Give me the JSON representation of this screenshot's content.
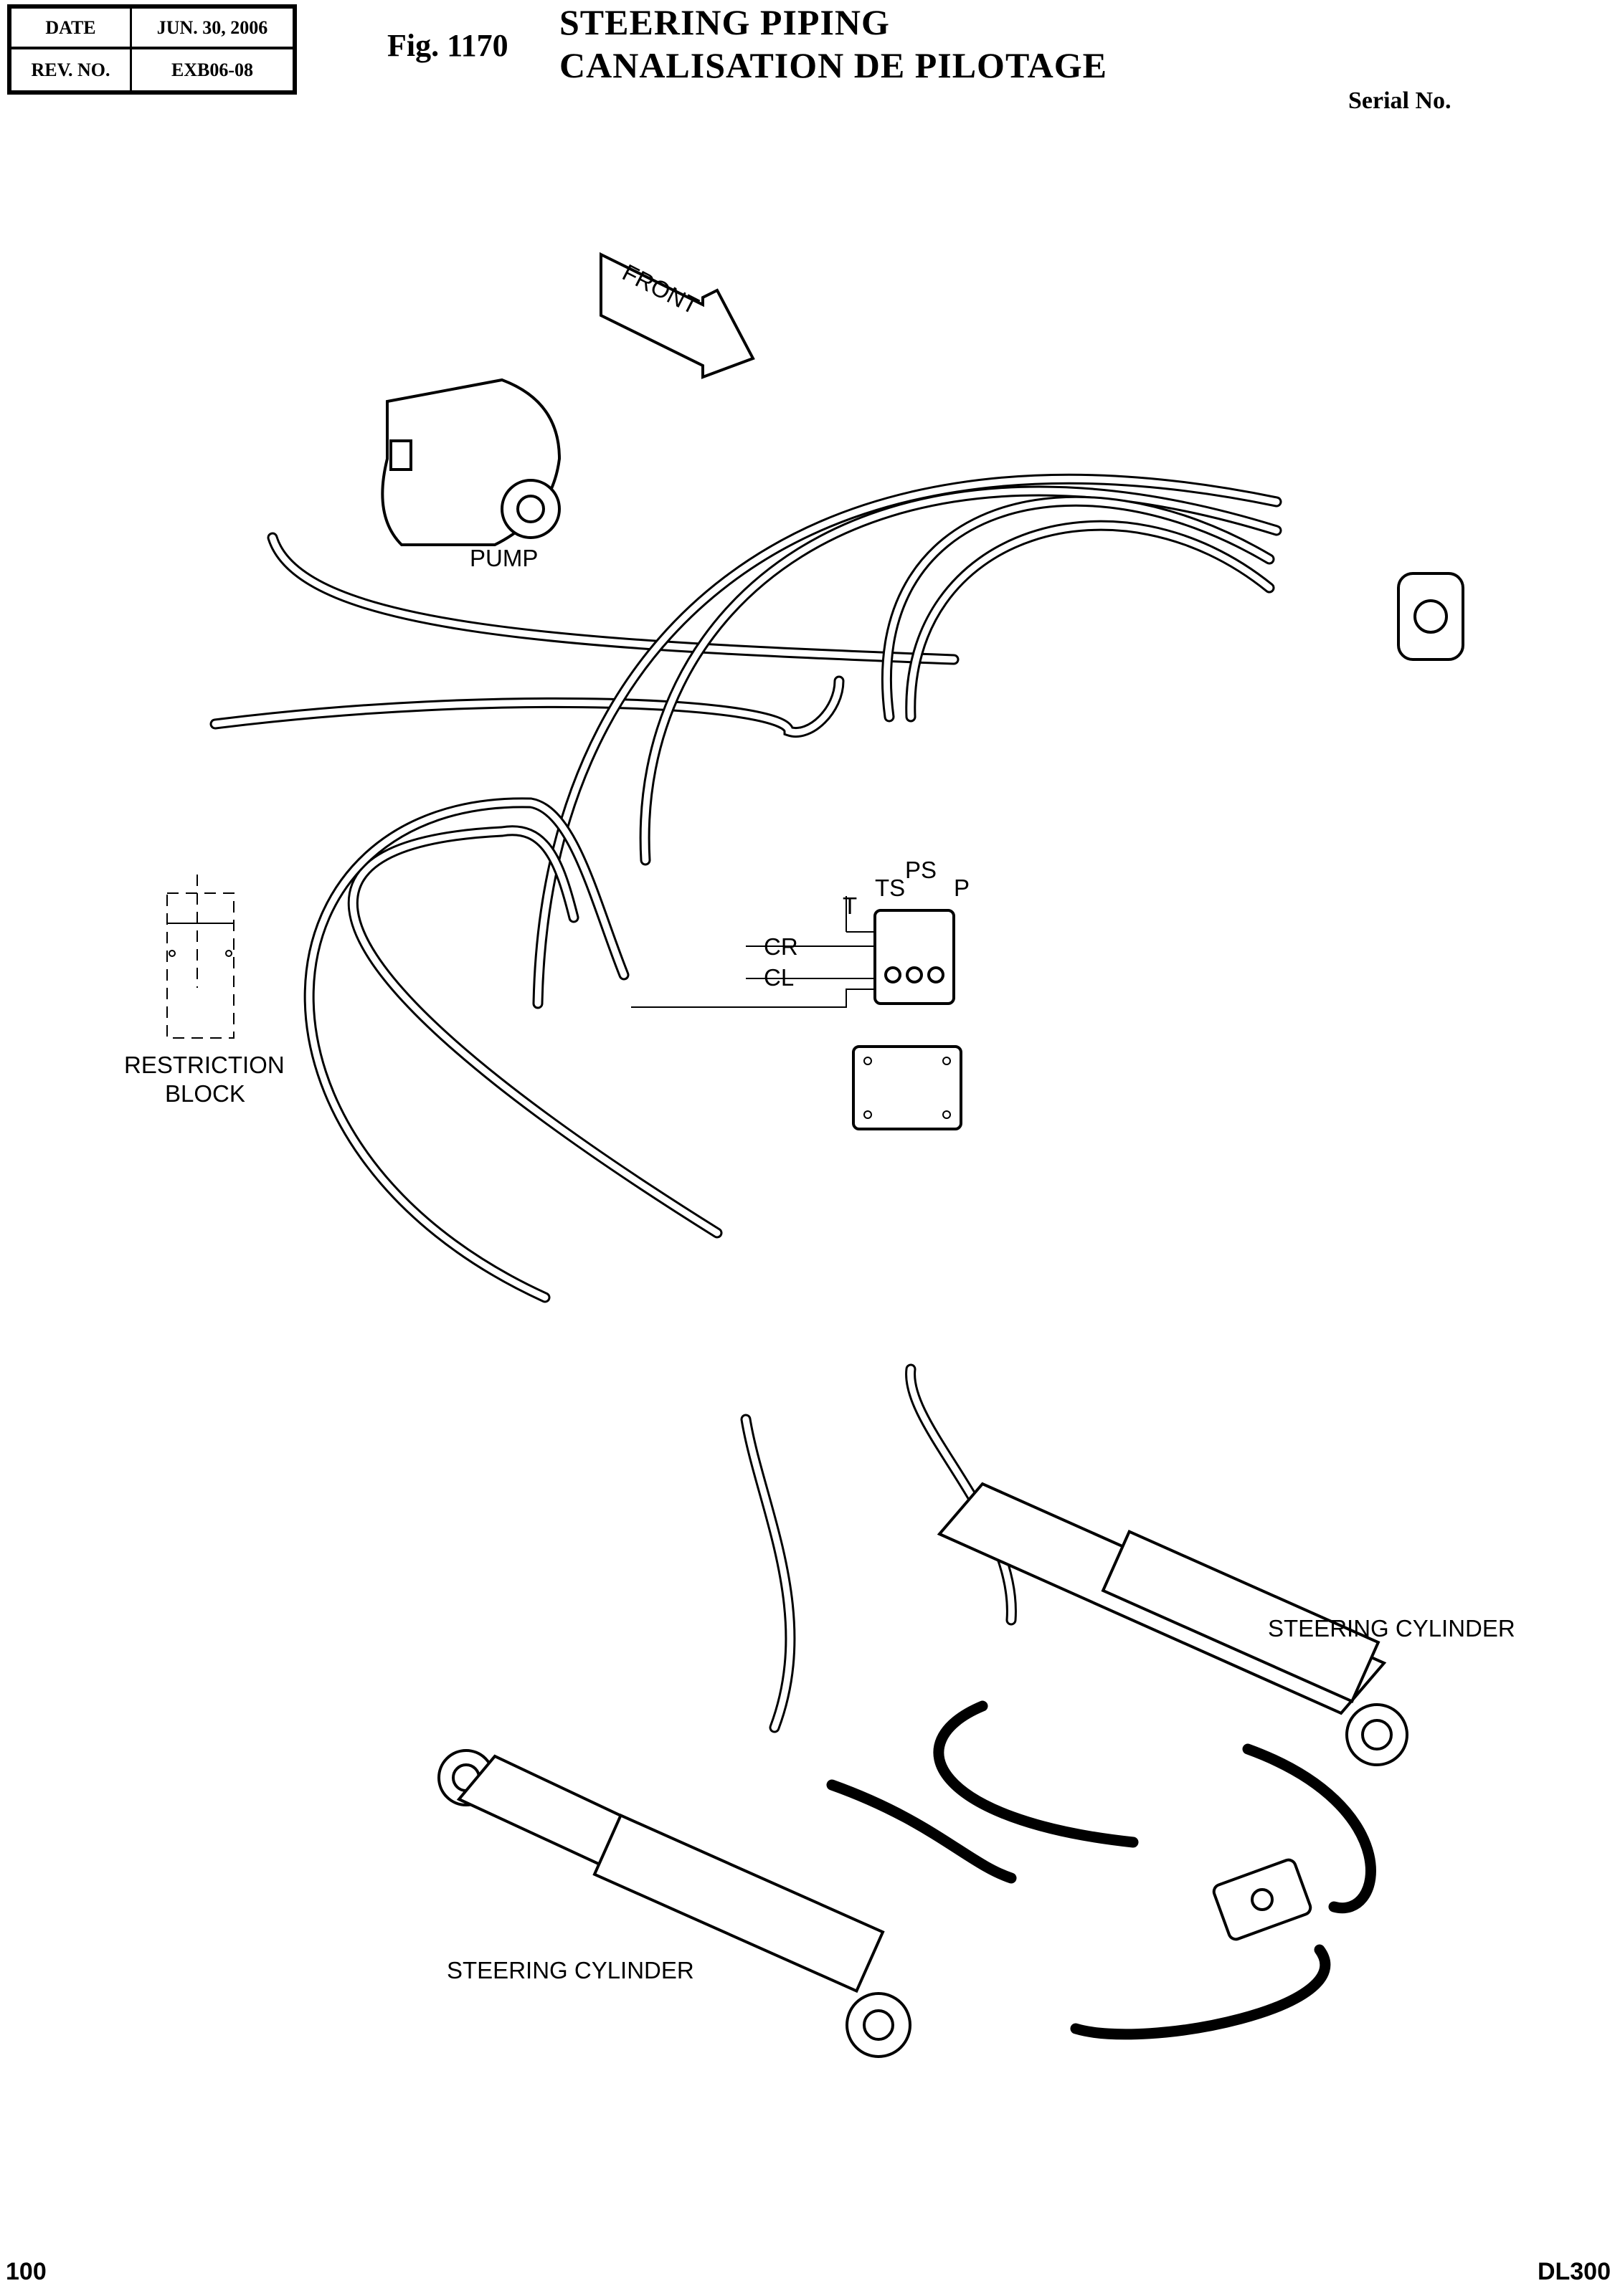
{
  "header": {
    "date_label": "DATE",
    "date_value": "JUN. 30, 2006",
    "rev_label": "REV. NO.",
    "rev_value": "EXB06-08",
    "figure_number": "Fig. 1170",
    "title_en": "STEERING PIPING",
    "title_fr": "CANALISATION DE PILOTAGE",
    "serial_label": "Serial No."
  },
  "diagram": {
    "labels": {
      "front": "FRONT",
      "pump": "PUMP",
      "restriction_block_line1": "RESTRICTION",
      "restriction_block_line2": "BLOCK",
      "port_t": "T",
      "port_ts": "TS",
      "port_ps": "PS",
      "port_p": "P",
      "port_cr": "CR",
      "port_cl": "CL",
      "steering_cylinder_right": "STEERING CYLINDER",
      "steering_cylinder_left": "STEERING CYLINDER"
    }
  },
  "footer": {
    "page_number": "100",
    "model": "DL300"
  }
}
